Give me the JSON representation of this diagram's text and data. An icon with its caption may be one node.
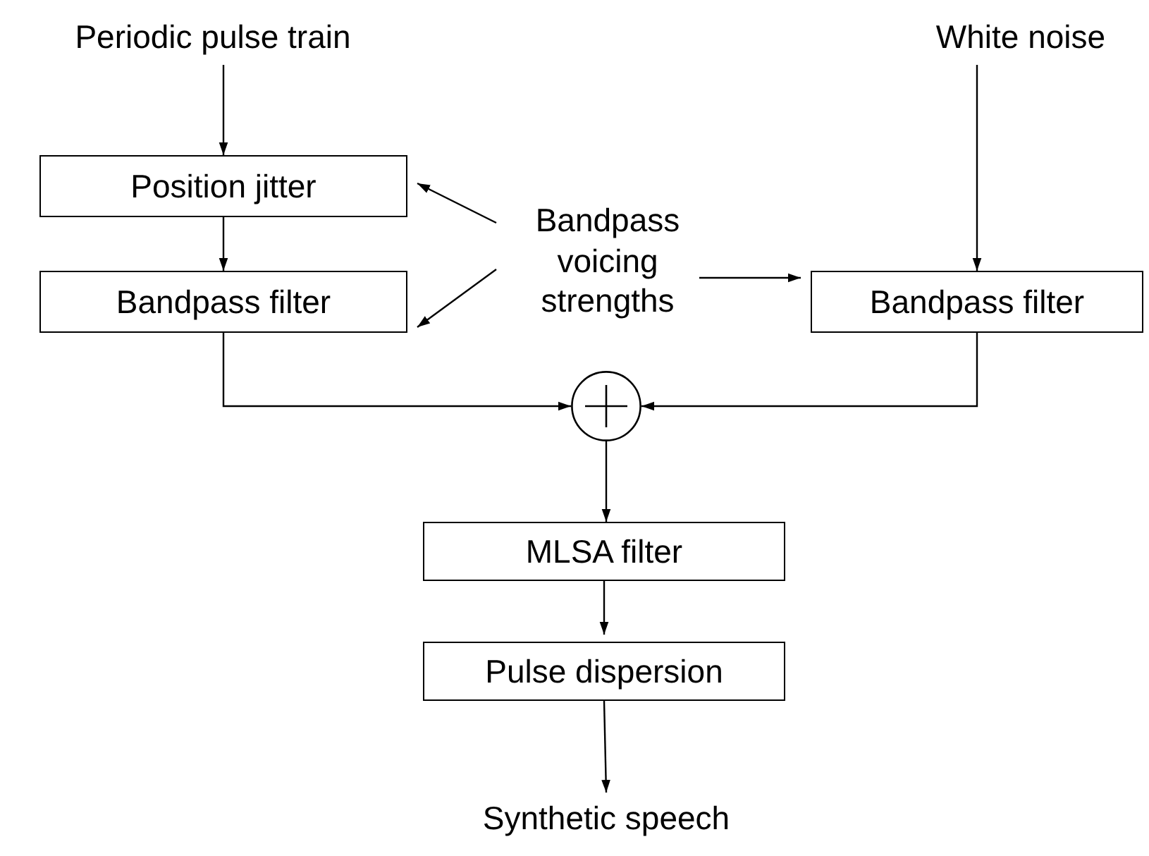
{
  "diagram": {
    "nodes": [
      {
        "text": [
          "Periodic pulse train"
        ]
      },
      {
        "text": [
          "White noise"
        ]
      },
      {
        "text": [
          "Position jitter"
        ]
      },
      {
        "text": [
          "Bandpass voicing strengths"
        ]
      },
      {
        "text": [
          "Bandpass filter"
        ]
      },
      {
        "text": [
          "Bandpass filter"
        ]
      },
      {
        "text": [],
        "shape": "circle"
      },
      {
        "text": [
          "MLSA filter"
        ]
      },
      {
        "text": [
          "Pulse dispersion"
        ]
      },
      {
        "text": [
          "Synthetic speech"
        ]
      }
    ],
    "edges": [
      {
        "from": 0,
        "to": 2,
        "arrow": "to"
      },
      {
        "from": 2,
        "to": 4,
        "arrow": "to"
      },
      {
        "from": 1,
        "to": 5,
        "arrow": "to"
      },
      {
        "from": 3,
        "to": 2,
        "arrow": "to"
      },
      {
        "from": 3,
        "to": 4,
        "arrow": "to"
      },
      {
        "from": 3,
        "to": 5,
        "arrow": "to"
      },
      {
        "from": 4,
        "to": 6,
        "arrow": "to"
      },
      {
        "from": 5,
        "to": 6,
        "arrow": "to"
      },
      {
        "from": 6,
        "to": 7,
        "arrow": "to"
      },
      {
        "from": 7,
        "to": 8,
        "arrow": "to"
      },
      {
        "from": 8,
        "to": 9,
        "arrow": "to"
      }
    ]
  }
}
